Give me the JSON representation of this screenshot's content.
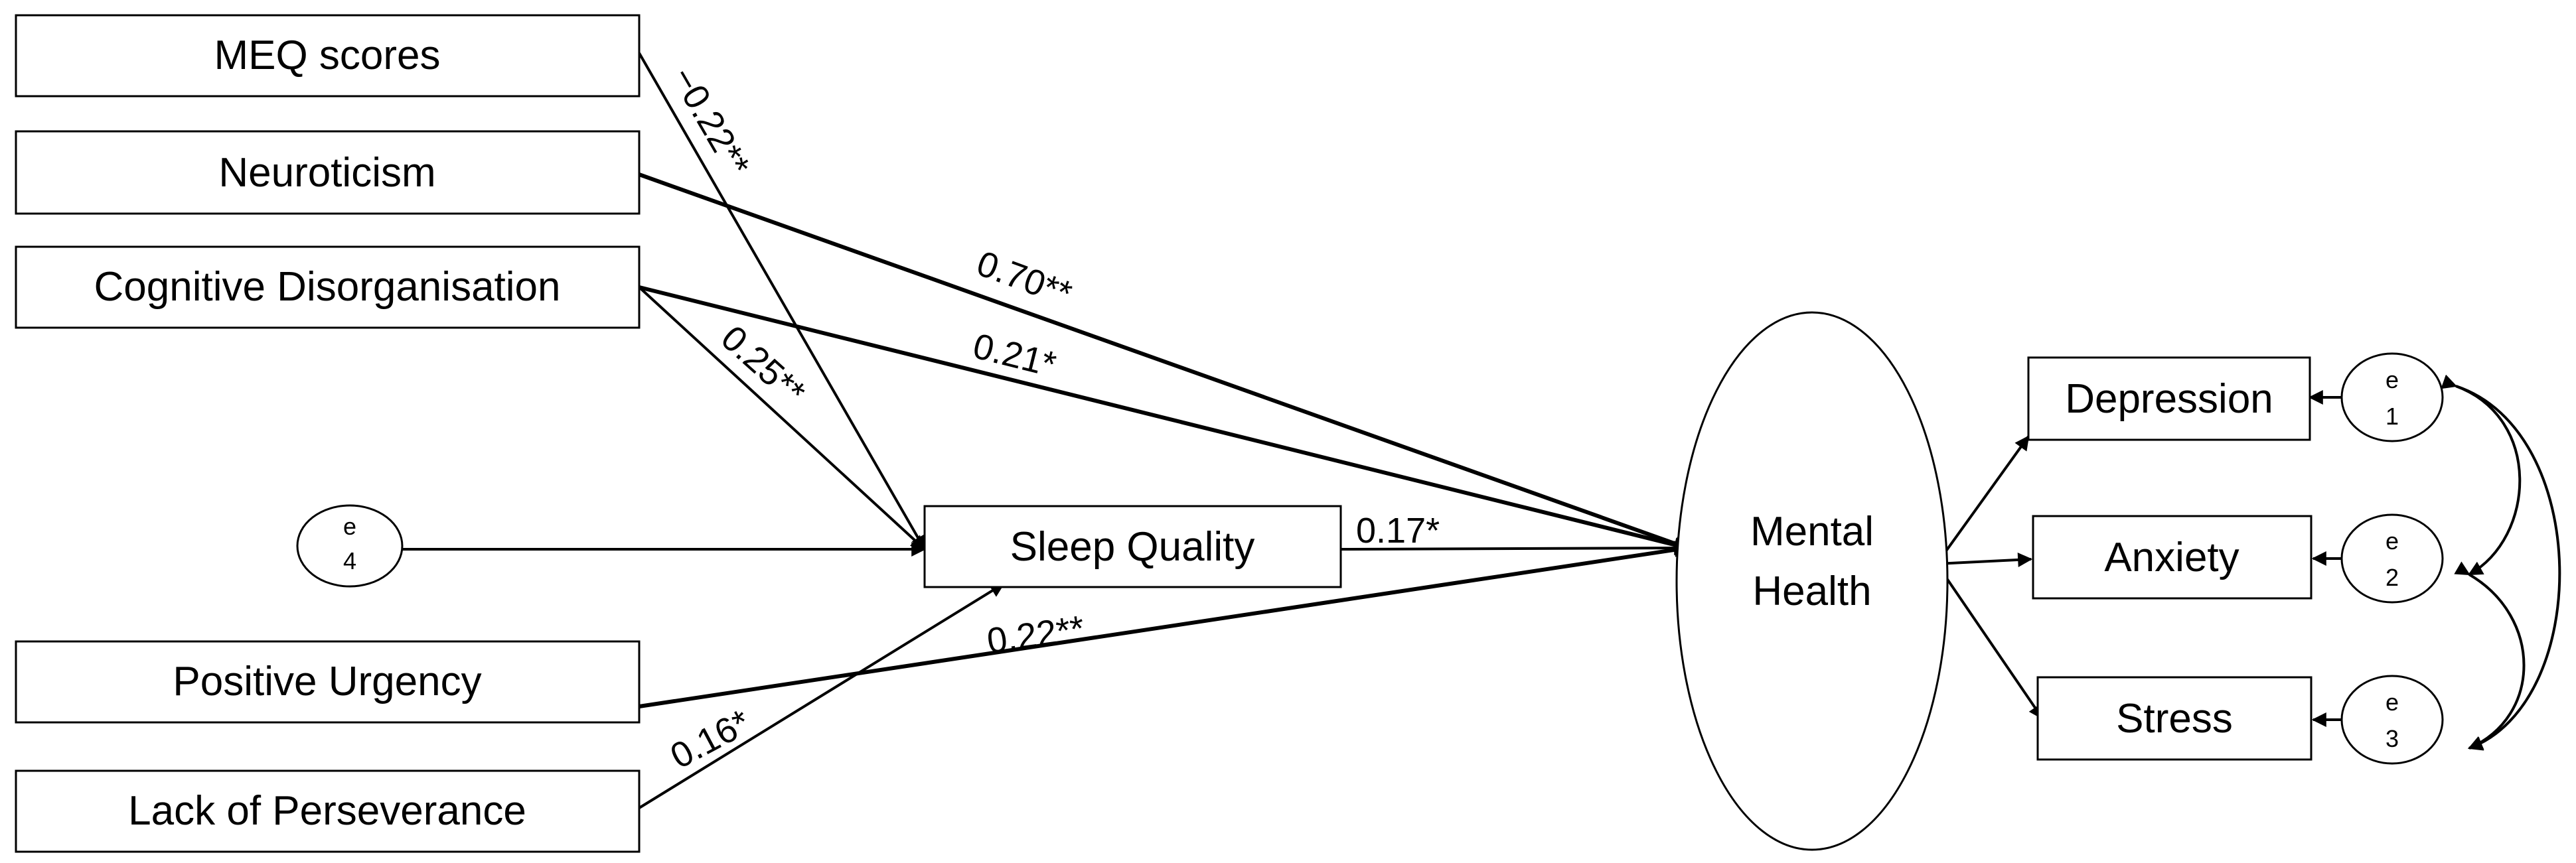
{
  "nodes": {
    "meq": "MEQ scores",
    "neuro": "Neuroticism",
    "cogdis": "Cognitive Disorganisation",
    "posurg": "Positive Urgency",
    "lackpers": "Lack of Perseverance",
    "sleep": "Sleep Quality",
    "mental_line1": "Mental",
    "mental_line2": "Health",
    "depression": "Depression",
    "anxiety": "Anxiety",
    "stress": "Stress"
  },
  "errors": {
    "e4": {
      "sym": "e",
      "num": "4"
    },
    "e1": {
      "sym": "e",
      "num": "1"
    },
    "e2": {
      "sym": "e",
      "num": "2"
    },
    "e3": {
      "sym": "e",
      "num": "3"
    }
  },
  "coefficients": {
    "meq_sleep": "−0.22**",
    "neuro_mental": "0.70**",
    "cogdis_mental": "0.21*",
    "cogdis_sleep": "0.25**",
    "sleep_mental": "0.17*",
    "posurg_mental": "0.22**",
    "lackpers_sleep": "0.16*"
  }
}
